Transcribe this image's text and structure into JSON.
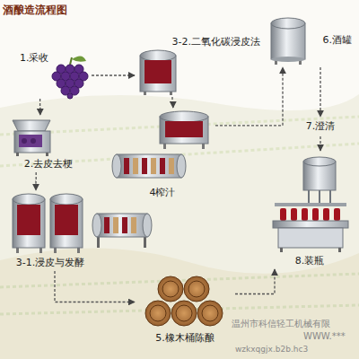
{
  "diagram": {
    "title": "酒酿造流程图",
    "nodes": [
      {
        "text": [
          "1.采收"
        ]
      },
      {
        "text": [
          "2.去皮去梗"
        ]
      },
      {
        "text": [
          "3-1.浸皮与发酵"
        ]
      },
      {
        "text": [
          "3-2.二氧化碳浸皮法"
        ]
      },
      {
        "text": [
          "4榨汁"
        ]
      },
      {
        "text": [
          "5.橡木桶陈酿"
        ]
      },
      {
        "text": [
          "6.酒罐"
        ]
      },
      {
        "text": [
          "7.澄清"
        ]
      },
      {
        "text": [
          "8.装瓶"
        ]
      }
    ],
    "edges": [
      {
        "from": 0,
        "to": 1,
        "arrow": "to"
      },
      {
        "from": 0,
        "to": 3,
        "arrow": "to"
      },
      {
        "from": 1,
        "to": 2,
        "arrow": "to"
      },
      {
        "from": 3,
        "to": 4,
        "arrow": "to"
      },
      {
        "from": 2,
        "to": 5,
        "arrow": "to"
      },
      {
        "from": 4,
        "to": 6,
        "arrow": "to"
      },
      {
        "from": 6,
        "to": 7,
        "arrow": "to"
      },
      {
        "from": 7,
        "to": 8,
        "arrow": "to"
      },
      {
        "from": 5,
        "to": 8,
        "arrow": "to"
      }
    ],
    "labels": [
      "温州市科信轻工机械有限",
      "WWW.***",
      "wzkxqgjx.b2b.hc3"
    ]
  }
}
